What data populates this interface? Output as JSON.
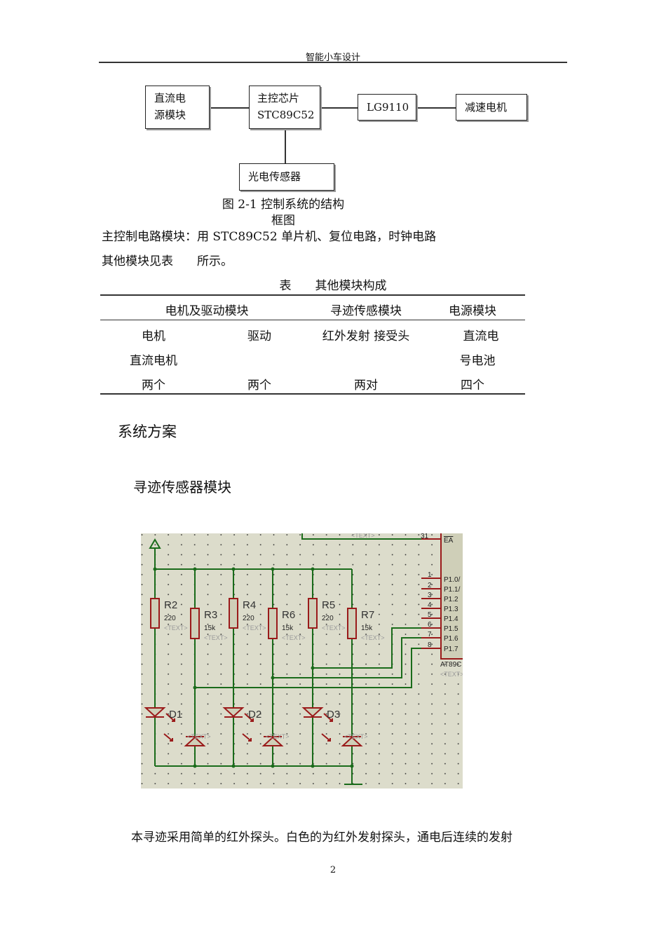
{
  "header": {
    "title": "智能小车设计"
  },
  "block_diagram": {
    "power": [
      "直流电",
      "源模块"
    ],
    "mcu": [
      "主控芯片",
      "STC89C52"
    ],
    "driver": "LG9110",
    "motor": "减速电机",
    "sensor": "光电传感器",
    "caption": [
      "图 2-1 控制系统的结构",
      "框图"
    ]
  },
  "paragraphs": [
    "主控制电路模块：用 STC89C52 单片机、复位电路，时钟电路",
    "其他模块见表　　所示。"
  ],
  "table": {
    "title": "表　　其他模块构成",
    "headers": [
      "电机及驱动模块",
      "寻迹传感模块",
      "电源模块"
    ],
    "rows": [
      [
        "电机",
        "驱动",
        "红外发射  接受头",
        "直流电"
      ],
      [
        "直流电机",
        "",
        "",
        "号电池"
      ],
      [
        "两个",
        "两个",
        "两对",
        "四个"
      ]
    ]
  },
  "headings": [
    "系统方案",
    "寻迹传感器模块"
  ],
  "circuit": {
    "resistors": [
      {
        "name": "R2",
        "value": "220"
      },
      {
        "name": "R3",
        "value": "15k"
      },
      {
        "name": "R4",
        "value": "220"
      },
      {
        "name": "R6",
        "value": "15k"
      },
      {
        "name": "R5",
        "value": "220"
      },
      {
        "name": "R7",
        "value": "15k"
      }
    ],
    "diodes": [
      "D1",
      "D2",
      "D3"
    ],
    "placeholder": "<TEXT>",
    "chip": "AT89C",
    "pins": [
      {
        "num": "1",
        "label": "P1.0/"
      },
      {
        "num": "2",
        "label": "P1.1/"
      },
      {
        "num": "3",
        "label": "P1.2"
      },
      {
        "num": "4",
        "label": "P1.3"
      },
      {
        "num": "5",
        "label": "P1.4"
      },
      {
        "num": "6",
        "label": "P1.5"
      },
      {
        "num": "7",
        "label": "P1.6"
      },
      {
        "num": "8",
        "label": "P1.7"
      }
    ],
    "ea_pin": "31",
    "ea_label": "EA"
  },
  "body_text": "本寻迹采用简单的红外探头。白色的为红外发射探头，通电后连续的发射",
  "page_number": "2"
}
